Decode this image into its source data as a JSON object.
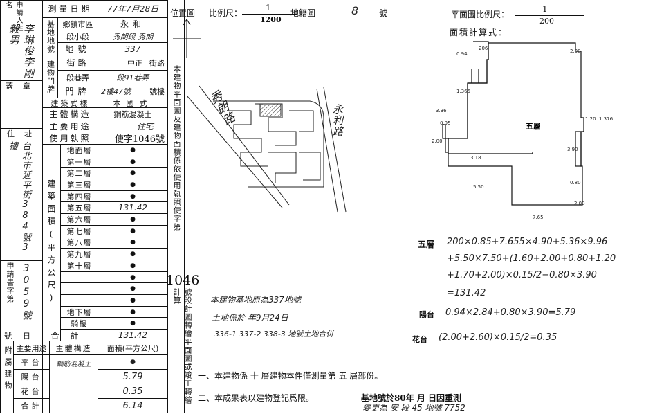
{
  "applicant_label": "申請人姓名",
  "applicant_name": "李琳俊李剛毅男",
  "seal_label": "蓋章",
  "address_label": "住址",
  "address_value": "台北市延平街384號3樓",
  "apply_no_label": "申請書字第",
  "apply_no_value": "3059號",
  "date_label": "號日",
  "survey_date_label": "測量日期",
  "survey_date_value": "77年7月28日",
  "base_label": "基地地號",
  "city_label": "鄉鎮市區",
  "city_value": "永和",
  "section_label": "段小段",
  "section_value": "秀朗段 秀朗",
  "lot_label": "地號",
  "lot_value": "337",
  "bldg_door_label": "建物門牌",
  "street_label": "街路",
  "street_value": "中正",
  "street_suffix": "街路",
  "lane_label": "段巷弄",
  "lane_value": "段91巷弄",
  "door_label": "門牌",
  "door_value": "2樓47號",
  "door_suffix": "號樓",
  "style_label": "建築式樣",
  "style_value": "本國式",
  "structure_label": "主體構造",
  "structure_value": "鋼筋混凝土",
  "use_label": "主要用途",
  "use_value": "住宅",
  "permit_label": "使用執照",
  "permit_value": "使字1046號",
  "area_label": "建築面積(平方公尺)",
  "floors": [
    {
      "name": "地面層",
      "value": "●"
    },
    {
      "name": "第一層",
      "value": "●"
    },
    {
      "name": "第二層",
      "value": "●"
    },
    {
      "name": "第三層",
      "value": "●"
    },
    {
      "name": "第四層",
      "value": "●"
    },
    {
      "name": "第五層",
      "value": "131.42"
    },
    {
      "name": "第六層",
      "value": "●"
    },
    {
      "name": "第七層",
      "value": "●"
    },
    {
      "name": "第八層",
      "value": "●"
    },
    {
      "name": "第九層",
      "value": "●"
    },
    {
      "name": "第十層",
      "value": "●"
    },
    {
      "name": "",
      "value": "●"
    },
    {
      "name": "",
      "value": "●"
    },
    {
      "name": "",
      "value": "●"
    },
    {
      "name": "地下層",
      "value": "●"
    },
    {
      "name": "騎樓",
      "value": "●"
    }
  ],
  "total_label": "合計",
  "total_value": "131.42",
  "attached_label": "附屬建物",
  "att_use_label": "主要用途",
  "att_struct_label": "主體構造",
  "att_area_label": "面積(平方公尺)",
  "attached": [
    {
      "name": "平台",
      "value": "●"
    },
    {
      "name": "陽台",
      "value": "5.79"
    },
    {
      "name": "花台",
      "value": "0.35"
    },
    {
      "name": "合計",
      "value": "6.14"
    }
  ],
  "att_struct_value": "鋼筋混凝土",
  "location_label": "位置圖",
  "scale_label": "比例尺：",
  "scale_num": "1",
  "scale_den": "1200",
  "sheet_label": "地籍圖",
  "sheet_value": "8",
  "sheet_suffix": "號",
  "plan_scale_label": "平面圖比例尺：",
  "plan_scale_num": "1",
  "plan_scale_den": "200",
  "area_calc_label": "面積計算式：",
  "vertical_note": "本建物平面圖及建物面積係依使用執照使字第",
  "vertical_num": "1046",
  "vertical_note2": "號設計圖轉繪平面圖或竣工轉繪計算",
  "map_road1": "秀朗路",
  "map_road2": "永利路",
  "floor_label": "五層",
  "balcony_label": "陽台",
  "flower_label": "花台",
  "calc_line1": "200×0.85+7.655×4.90+5.36×9.96",
  "calc_line2": "+5.50×7.50+(1.60+2.00+0.80+1.20",
  "calc_line3": "+1.70+2.00)×0.15/2−0.80×3.90",
  "calc_line4": "=131.42",
  "balcony_calc": "0.94×2.84+0.80×3.90=5.79",
  "flower_calc": "(2.00+2.60)×0.15/2=0.35",
  "note_merge1": "本建物基地原為337地號",
  "note_merge2": "土地係於  年9月24日",
  "note_merge3": "336-1 337-2 338-3  地號土地合併",
  "footer1": "一、本建物係 十 層建物本件僅測量第 五 層部份。",
  "footer2": "二、本成果表以建物登記爲限。",
  "footer3": "基地號於80年  月  日因重測",
  "footer4": "變更為 安 段 45 地號 7752"
}
